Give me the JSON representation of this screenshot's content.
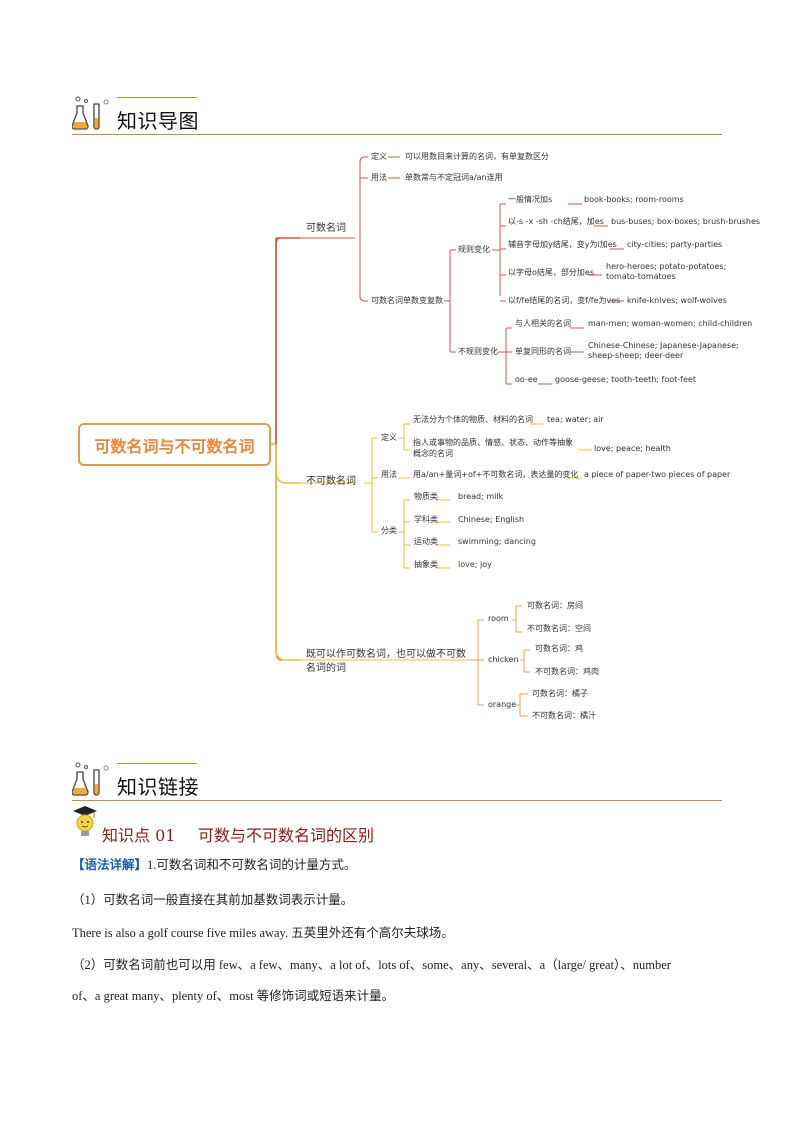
{
  "section1": {
    "title": "知识导图"
  },
  "mindmap": {
    "root": "可数名词与不可数名词",
    "countable": {
      "label": "可数名词",
      "def_label": "定义",
      "def_text": "可以用数目来计算的名词，有单复数区分",
      "use_label": "用法",
      "use_text": "单数常与不定冠词a/an连用",
      "change_label": "可数名词单数变复数",
      "regular_label": "规则变化",
      "regular": [
        {
          "rule": "一般情况加s",
          "example": "book-books; room-rooms"
        },
        {
          "rule": "以-s -x -sh -ch结尾，加es",
          "example": "bus-buses; box-boxes; brush-brushes"
        },
        {
          "rule": "辅音字母加y结尾，变y为i加es",
          "example": "city-cities; party-parties"
        },
        {
          "rule": "以字母o结尾，部分加es",
          "example": "hero-heroes; potato-potatoes; tomato-tomatoes"
        },
        {
          "rule": "以f/fe结尾的名词，变f/fe为ves",
          "example": "knife-knives; wolf-wolves"
        }
      ],
      "irregular_label": "不规则变化",
      "irregular": [
        {
          "rule": "与人相关的名词",
          "example": "man-men; woman-women; child-children"
        },
        {
          "rule": "单复同形的名词",
          "example": "Chinese-Chinese; Japanese-Japanese; sheep-sheep; deer-deer"
        },
        {
          "rule": "oo-ee",
          "example": "goose-geese; tooth-teeth; foot-feet"
        }
      ]
    },
    "uncountable": {
      "label": "不可数名词",
      "def_label": "定义",
      "defs": [
        {
          "text": "无法分为个体的物质、材料的名词",
          "example": "tea; water; air"
        },
        {
          "text": "指人或事物的品质、情感、状态、动作等抽象概念的名词",
          "example": "love; peace; health"
        }
      ],
      "use_label": "用法",
      "use_text": "用a/an+量词+of+不可数名词，表达量的变化",
      "use_example": "a piece of paper-two pieces of paper",
      "class_label": "分类",
      "classes": [
        {
          "type": "物质类",
          "example": "bread; milk"
        },
        {
          "type": "学科类",
          "example": "Chinese; English"
        },
        {
          "type": "运动类",
          "example": "swimming; dancing"
        },
        {
          "type": "抽象类",
          "example": "love; joy"
        }
      ]
    },
    "both": {
      "label": "既可以作可数名词，也可以做不可数名词的词",
      "words": [
        {
          "word": "room",
          "c": "可数名词：房间",
          "u": "不可数名词：空间"
        },
        {
          "word": "chicken",
          "c": "可数名词：鸡",
          "u": "不可数名词：鸡肉"
        },
        {
          "word": "orange",
          "c": "可数名词：橘子",
          "u": "不可数名词：橘汁"
        }
      ]
    }
  },
  "section2": {
    "title": "知识链接"
  },
  "knowledge_point": {
    "label": "知识点 01",
    "title": "可数与不可数名词的区别"
  },
  "content": {
    "tag": "【语法详解】",
    "p1": "1.可数名词和不可数名词的计量方式。",
    "p2": "（1）可数名词一般直接在其前加基数词表示计量。",
    "p3": "There is also a golf course five miles away. 五英里外还有个高尔夫球场。",
    "p4a": "（2）可数名词前也可以用 few、a few、many、a lot of、lots of、some、any、several、a（large/ great）、number",
    "p4b": "of、a great many、plenty of、most 等修饰词或短语来计量。"
  },
  "colors": {
    "red_branch": "#d9534f",
    "yellow_branch": "#f2c037",
    "orange_branch": "#f0a04b",
    "accent": "#c8893a"
  }
}
